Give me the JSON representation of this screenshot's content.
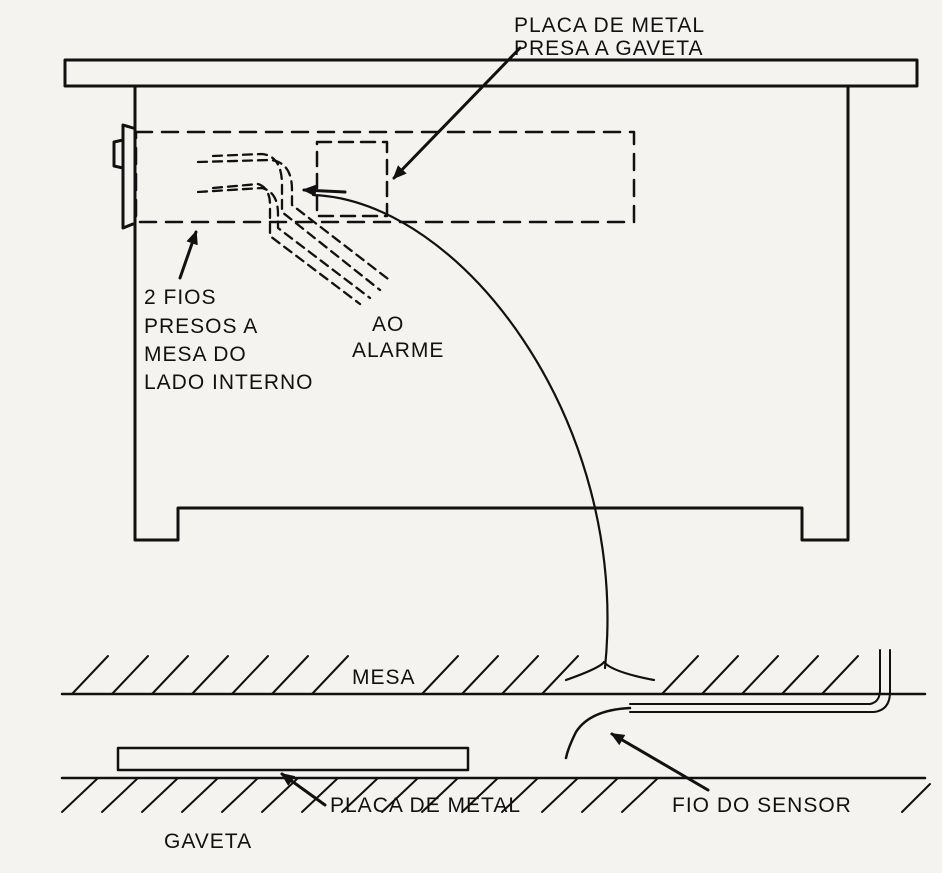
{
  "labels": {
    "placa_top_1": "PLACA  DE METAL",
    "placa_top_2": "PRESA  A  GAVETA",
    "fios_1": "2  FIOS",
    "fios_2": "PRESOS  A",
    "fios_3": "MESA  DO",
    "fios_4": "LADO  INTERNO",
    "ao": "AO",
    "alarme": "ALARME",
    "mesa": "MESA",
    "placa_bottom": "PLACA  DE  METAL",
    "fio_sensor": "FIO  DO  SENSOR",
    "gaveta": "GAVETA"
  },
  "colors": {
    "ink": "#111111",
    "paper": "#f4f3f0"
  }
}
